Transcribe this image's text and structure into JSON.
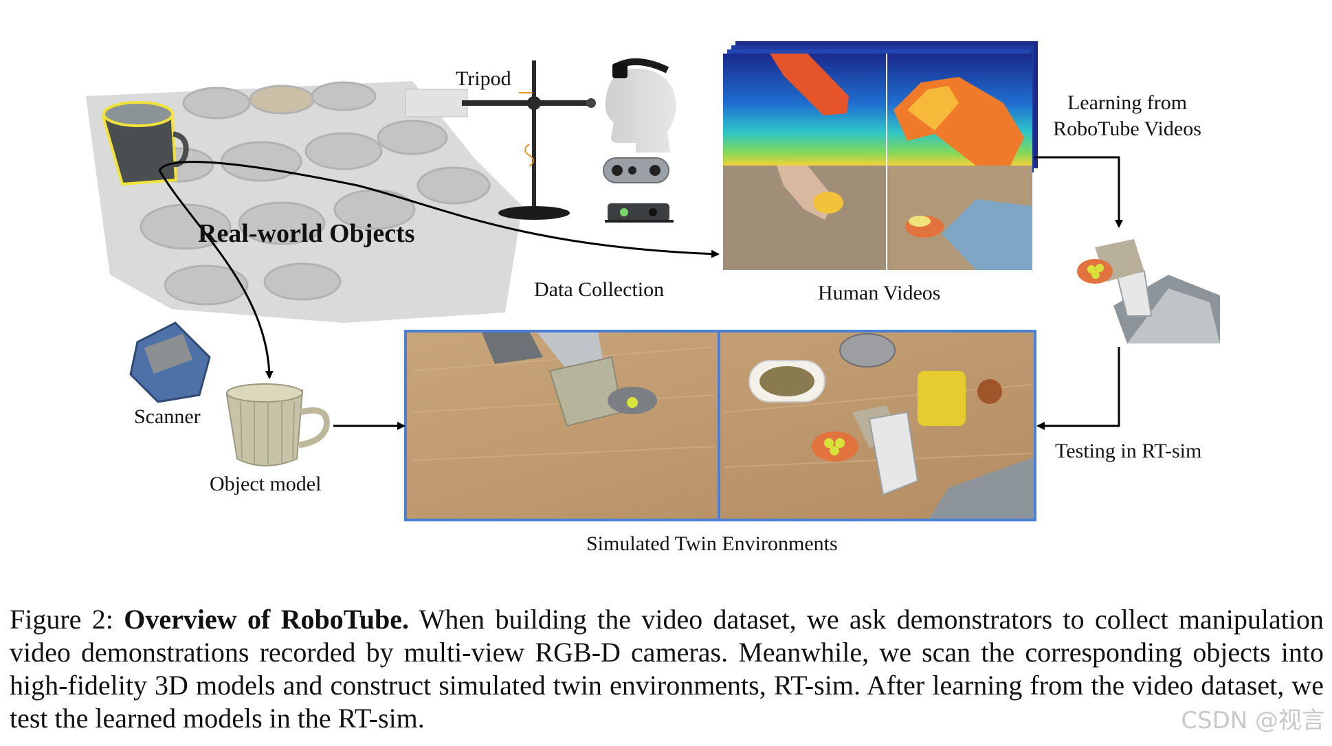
{
  "figure": {
    "labels": {
      "tripod": "Tripod",
      "real_world_objects": "Real-world Objects",
      "data_collection": "Data Collection",
      "human_videos": "Human Videos",
      "learning_from": "Learning from",
      "robotube_videos": "RoboTube Videos",
      "testing": "Testing in RT-sim",
      "scanner": "Scanner",
      "object_model": "Object model",
      "simulated_twin": "Simulated Twin Environments"
    }
  },
  "caption": {
    "figure_number": "Figure 2:",
    "bold_title": "Overview of RoboTube.",
    "body": "When building the video dataset, we ask demonstrators to collect manipulation video demonstrations recorded by multi-view RGB-D cameras. Meanwhile, we scan the corresponding objects into high-fidelity 3D models and construct simulated twin environments, RT-sim. After learning from the video dataset, we test the learned models in the RT-sim."
  },
  "watermark": "CSDN @视言"
}
